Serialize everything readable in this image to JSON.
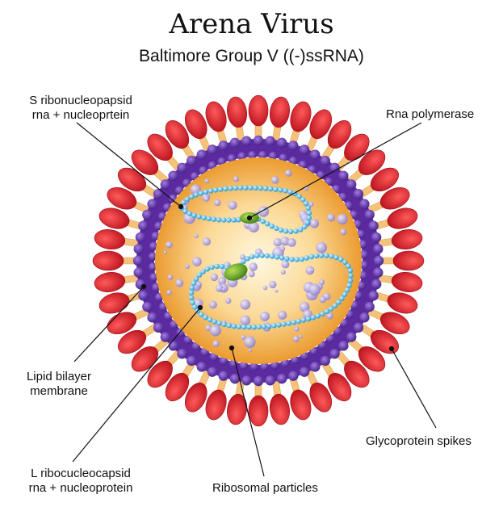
{
  "title": "Arena Virus",
  "subtitle": "Baltimore Group V ((-)ssRNA)",
  "labels": {
    "s_rnp_line1": "S ribonucleopapsid",
    "s_rnp_line2": "rna + nucleoprtein",
    "polymerase": "Rna polymerase",
    "lipid_line1": "Lipid bilayer",
    "lipid_line2": "membrane",
    "glyco": "Glycoprotein spikes",
    "l_rnp_line1": "L ribocucleocapsid",
    "l_rnp_line2": "rna + nucleoprotein",
    "ribosomal": "Ribosomal particles"
  },
  "colors": {
    "spike_head": "#d7192a",
    "spike_stalk": "#f4c27a",
    "membrane": "#5a2a9e",
    "core_center": "#fff7dc",
    "core_edge": "#f0a037",
    "rna_strand": "#29a9e0",
    "polymerase": "#4f9a1c",
    "ribosome": "#9f8fd6"
  }
}
